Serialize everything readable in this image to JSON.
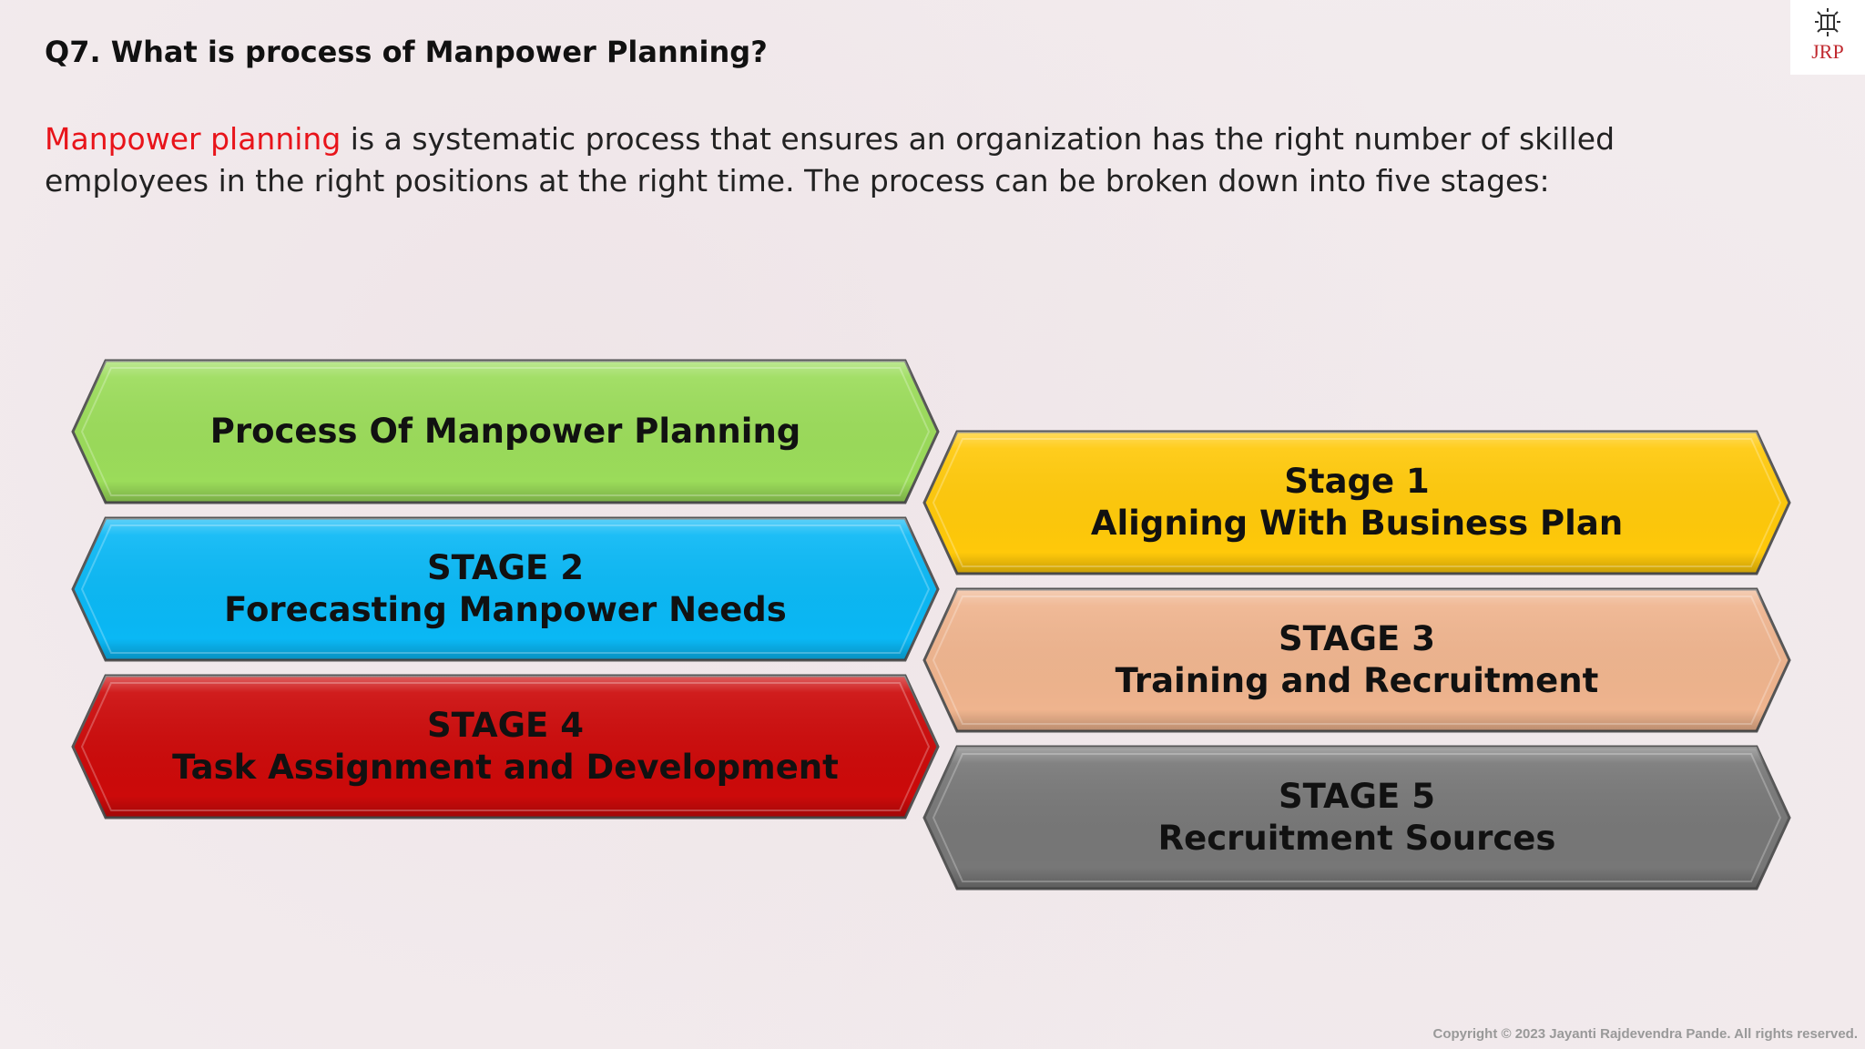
{
  "slide": {
    "question": "Q7. What is process of Manpower Planning?",
    "intro_highlight": "Manpower planning",
    "intro_rest": " is a systematic process that ensures an organization has the right number of skilled employees in the right positions at the right time. The process can be broken down into five stages:",
    "logo_text": "JRP",
    "copyright": "Copyright © 2023 Jayanti Rajdevendra Pande. All rights reserved."
  },
  "diagram": {
    "shapes": [
      {
        "id": "title",
        "lines": [
          "Process Of Manpower Planning"
        ],
        "color": "#9bdc5a"
      },
      {
        "id": "stage1",
        "lines": [
          "Stage 1",
          "Aligning With Business Plan"
        ],
        "color": "#ffc90a"
      },
      {
        "id": "stage2",
        "lines": [
          "STAGE 2",
          "Forecasting Manpower Needs"
        ],
        "color": "#0ab8f5"
      },
      {
        "id": "stage3",
        "lines": [
          "STAGE 3",
          "Training and Recruitment"
        ],
        "color": "#efb48e"
      },
      {
        "id": "stage4",
        "lines": [
          "STAGE 4",
          "Task Assignment and Development"
        ],
        "color": "#cc0a0a"
      },
      {
        "id": "stage5",
        "lines": [
          "STAGE 5",
          "Recruitment Sources"
        ],
        "color": "#777777"
      }
    ]
  }
}
